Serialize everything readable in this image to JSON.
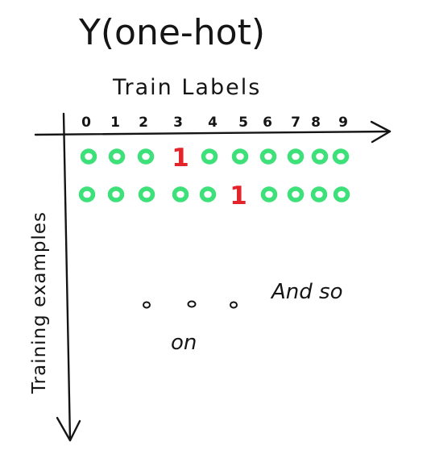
{
  "title": "Y(one-hot)",
  "x_heading": "Train Labels",
  "y_heading": "Training examples",
  "digits": [
    "0",
    "1",
    "2",
    "3",
    "4",
    "5",
    "6",
    "7",
    "8",
    "9"
  ],
  "rows": [
    {
      "hot_index": 3,
      "one": "1"
    },
    {
      "hot_index": 5,
      "one": "1"
    }
  ],
  "continuation": {
    "line1": "And so",
    "line2": "on"
  },
  "colors": {
    "ink": "#151515",
    "zero_green": "#3ee07a",
    "one_red": "#e4232a"
  }
}
